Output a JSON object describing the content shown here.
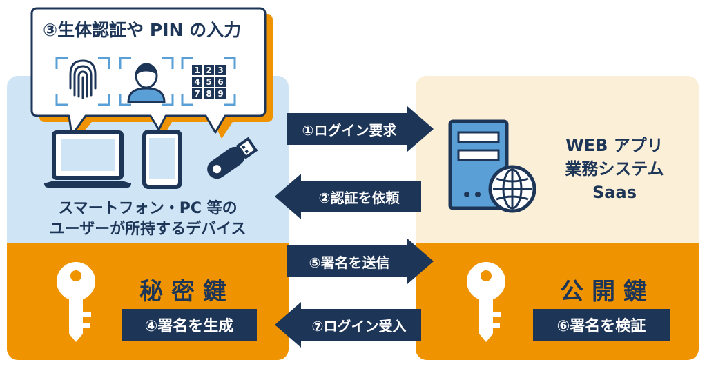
{
  "bubble": {
    "title": "③生体認証や PIN の入力",
    "keypad": [
      "1",
      "2",
      "3",
      "4",
      "5",
      "6",
      "7",
      "8",
      "9"
    ],
    "icons": [
      "fingerprint-icon",
      "face-icon",
      "keypad-icon"
    ]
  },
  "left_panel": {
    "devices_label_line1": "スマートフォン・PC 等の",
    "devices_label_line2": "ユーザーが所持するデバイス",
    "key_title": "秘 密 鍵",
    "key_action": "④署名を生成"
  },
  "right_panel": {
    "server_label_line1": "WEB アプリ",
    "server_label_line2": "業務システム",
    "server_label_line3": "Saas",
    "key_title": "公 開 鍵",
    "key_action": "⑥署名を検証"
  },
  "arrows": {
    "step1": "①ログイン要求",
    "step2": "②認証を依頼",
    "step5": "⑤署名を送信",
    "step7": "⑦ログイン受入"
  },
  "colors": {
    "navy": "#1d3557",
    "light_blue": "#cfe5f5",
    "cream": "#fbefd8",
    "orange": "#ef9300",
    "icon_blue": "#5a9fd6"
  }
}
